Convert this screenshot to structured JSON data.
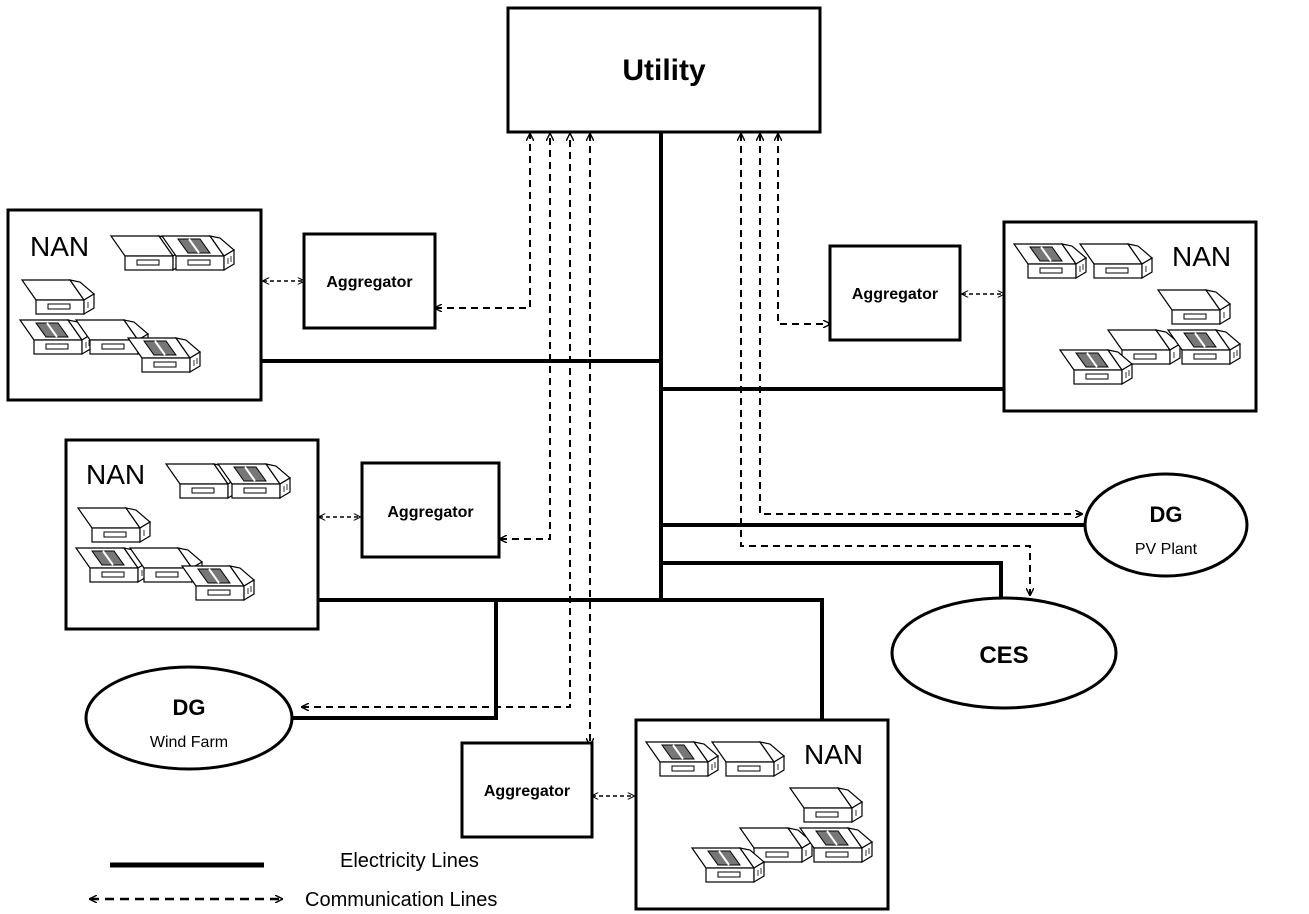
{
  "utility": {
    "label": "Utility"
  },
  "nans": [
    {
      "id": "nan-top-left",
      "label": "NAN"
    },
    {
      "id": "nan-mid-left",
      "label": "NAN"
    },
    {
      "id": "nan-right",
      "label": "NAN"
    },
    {
      "id": "nan-bottom",
      "label": "NAN"
    }
  ],
  "aggregators": [
    {
      "id": "agg-1",
      "label": "Aggregator"
    },
    {
      "id": "agg-2",
      "label": "Aggregator"
    },
    {
      "id": "agg-3",
      "label": "Aggregator"
    },
    {
      "id": "agg-4",
      "label": "Aggregator"
    }
  ],
  "dg_pv": {
    "title": "DG",
    "subtitle": "PV Plant"
  },
  "dg_wind": {
    "title": "DG",
    "subtitle": "Wind Farm"
  },
  "ces": {
    "label": "CES"
  },
  "legend": {
    "electricity": "Electricity Lines",
    "communication": "Communication Lines"
  },
  "colors": {
    "line": "#000000",
    "panel": "#777777",
    "background": "#ffffff"
  }
}
